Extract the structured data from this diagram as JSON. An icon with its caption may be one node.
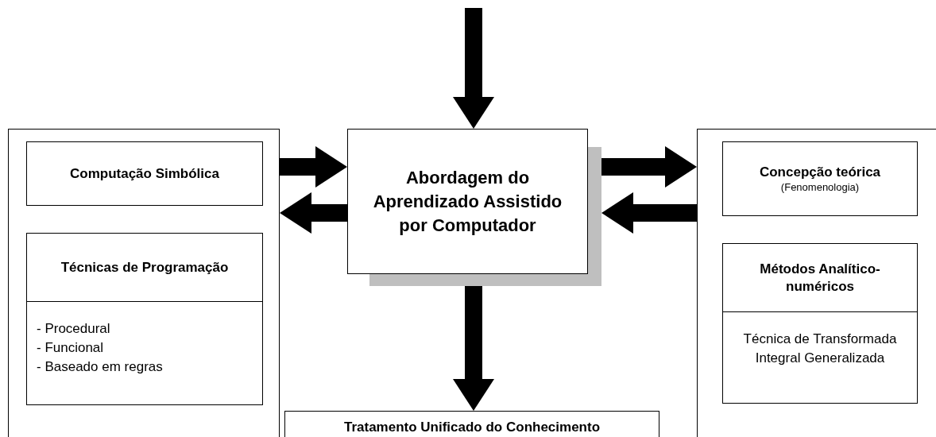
{
  "diagram": {
    "nodes": [
      {
        "text": [],
        "shape": "box"
      },
      {
        "text": [
          "Computação Simbólica"
        ],
        "in": 0
      },
      {
        "text": [
          "Técnicas de Programação",
          "- Procedural",
          "- Funcional",
          "- Baseado em regras"
        ],
        "in": 0
      },
      {
        "text": [
          "Abordagem do Aprendizado Assistido por Computador"
        ]
      },
      {
        "text": [],
        "shape": "box"
      },
      {
        "text": [
          "Concepção teórica",
          "(Fenomenologia)"
        ],
        "in": 4
      },
      {
        "text": [
          "Métodos Analítico-numéricos",
          "Técnica de Transformada Integral Generalizada"
        ],
        "in": 4
      },
      {
        "text": [
          "Tratamento Unificado do Conhecimento"
        ]
      }
    ],
    "edges": [
      {
        "from": null,
        "to": 3,
        "arrow": "to"
      },
      {
        "from": 0,
        "to": 3,
        "arrow": "to"
      },
      {
        "from": 3,
        "to": 0,
        "arrow": "to"
      },
      {
        "from": 3,
        "to": 4,
        "arrow": "to"
      },
      {
        "from": 4,
        "to": 3,
        "arrow": "to"
      },
      {
        "from": 3,
        "to": 7,
        "arrow": "to"
      }
    ]
  }
}
